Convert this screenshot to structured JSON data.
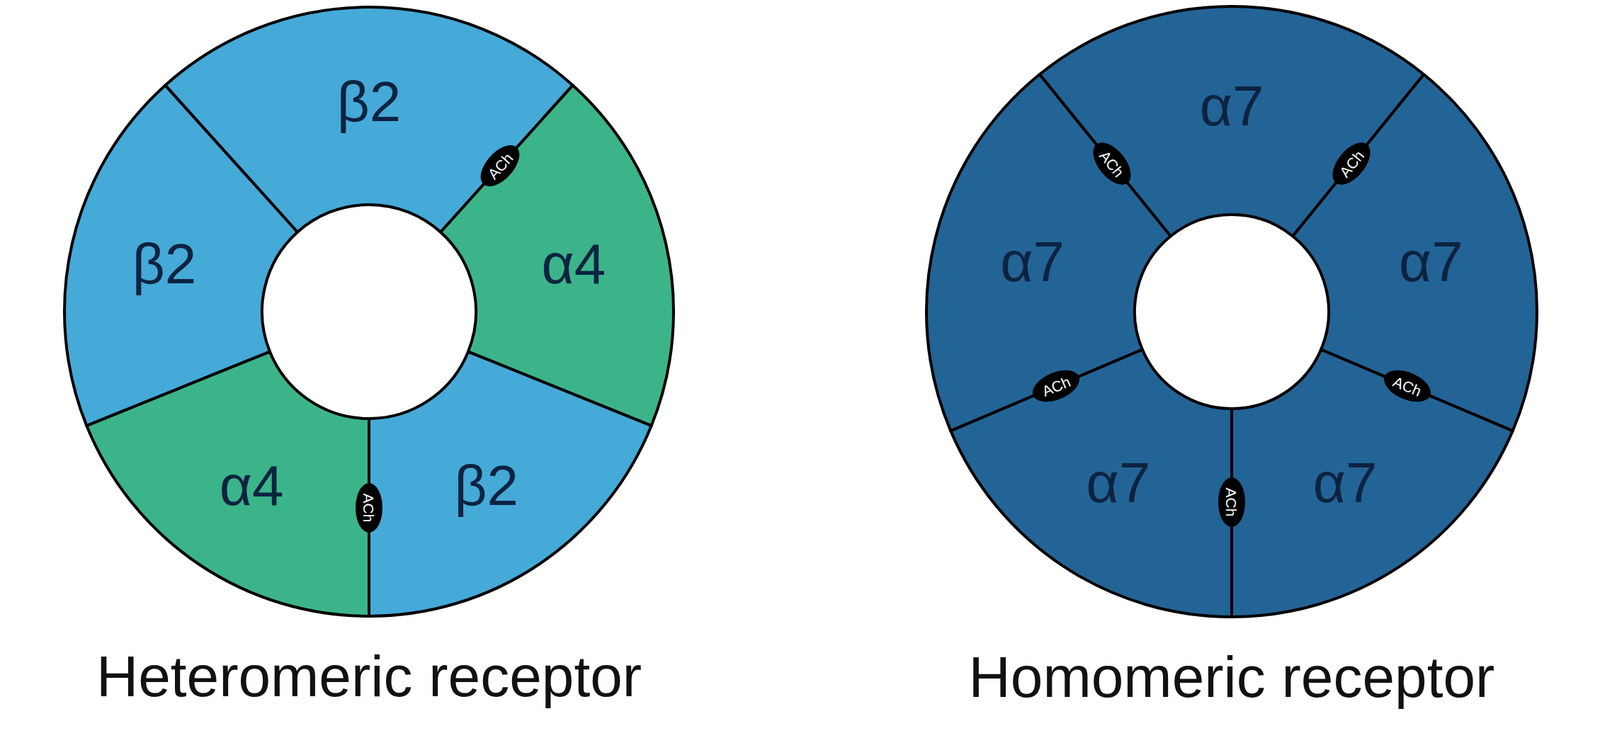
{
  "diagram": {
    "nodes": [
      {
        "text": [
          "Heteromeric receptor"
        ]
      },
      {
        "text": [
          "β2"
        ],
        "in": 0
      },
      {
        "text": [
          "β2"
        ],
        "in": 0
      },
      {
        "text": [
          "α4"
        ],
        "in": 0
      },
      {
        "text": [
          "α4"
        ],
        "in": 0
      },
      {
        "text": [
          "β2"
        ],
        "in": 0
      },
      {
        "text": [
          "ACh"
        ],
        "in": 0
      },
      {
        "text": [
          "ACh"
        ],
        "in": 0
      },
      {
        "text": [
          "Homomeric receptor"
        ]
      },
      {
        "text": [
          "α7"
        ],
        "in": 8
      },
      {
        "text": [
          "α7"
        ],
        "in": 8
      },
      {
        "text": [
          "α7"
        ],
        "in": 8
      },
      {
        "text": [
          "α7"
        ],
        "in": 8
      },
      {
        "text": [
          "α7"
        ],
        "in": 8
      },
      {
        "text": [
          "ACh"
        ],
        "in": 8
      },
      {
        "text": [
          "ACh"
        ],
        "in": 8
      },
      {
        "text": [
          "ACh"
        ],
        "in": 8
      },
      {
        "text": [
          "ACh"
        ],
        "in": 8
      },
      {
        "text": [
          "ACh"
        ],
        "in": 8
      }
    ]
  }
}
